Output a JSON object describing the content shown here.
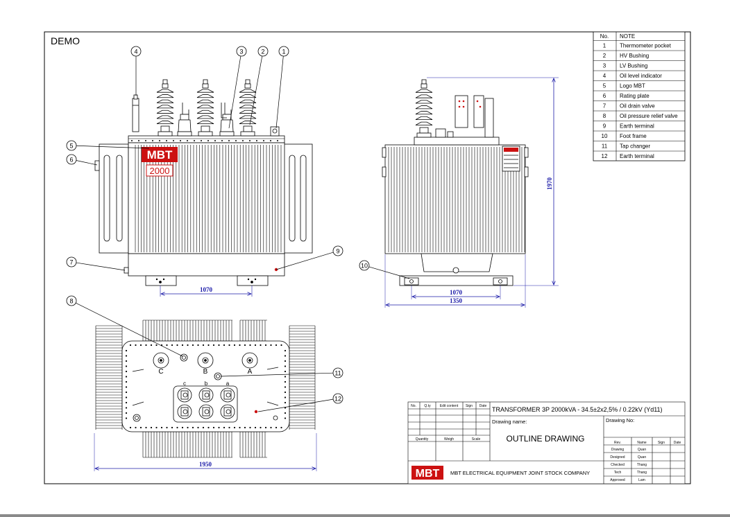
{
  "sheet": {
    "watermark": "DEMO"
  },
  "notes_table": {
    "header_no": "No.",
    "header_note": "NOTE",
    "rows": [
      {
        "no": "1",
        "note": "Thermometer pocket"
      },
      {
        "no": "2",
        "note": "HV Bushing"
      },
      {
        "no": "3",
        "note": "LV Bushing"
      },
      {
        "no": "4",
        "note": "Oil level indicator"
      },
      {
        "no": "5",
        "note": "Logo MBT"
      },
      {
        "no": "6",
        "note": "Rating plate"
      },
      {
        "no": "7",
        "note": "Oil drain valve"
      },
      {
        "no": "8",
        "note": "Oil pressure relief valve"
      },
      {
        "no": "9",
        "note": "Earth terminal"
      },
      {
        "no": "10",
        "note": "Foot frame"
      },
      {
        "no": "11",
        "note": "Tap changer"
      },
      {
        "no": "12",
        "note": "Earth terminal"
      }
    ]
  },
  "front_view": {
    "logo": "MBT",
    "rating": "2000",
    "dim_width": "1070",
    "callouts": [
      "1",
      "2",
      "3",
      "4",
      "5",
      "6",
      "7",
      "9"
    ]
  },
  "side_view": {
    "dim_height": "1970",
    "dim_foot": "1070",
    "dim_width": "1350",
    "callouts": [
      "10"
    ]
  },
  "top_view": {
    "dim_width": "1950",
    "hv_labels": [
      "C",
      "B",
      "A"
    ],
    "lv_labels": [
      "c",
      "b",
      "a"
    ],
    "callouts": [
      "8",
      "11",
      "12"
    ]
  },
  "title_block": {
    "rev_headers": [
      "No.",
      "Q.ty",
      "Edit content",
      "Sign",
      "Date"
    ],
    "qty_headers": [
      "Quantity",
      "Weigh",
      "Scale"
    ],
    "title": "TRANSFORMER 3P 2000kVA - 34.5±2x2,5% / 0.22kV  (Yd11)",
    "drawing_name_label": "Drawing name:",
    "drawing_name": "OUTLINE DRAWING",
    "drawing_no_label": "Drawing No:",
    "sign_headers": [
      "Rev.",
      "Name",
      "Sign",
      "Date"
    ],
    "sign_rows": [
      {
        "role": "Drawing",
        "name": "Quan"
      },
      {
        "role": "Designed",
        "name": "Quan"
      },
      {
        "role": "Checked",
        "name": "Thang"
      },
      {
        "role": "Tech",
        "name": "Thang"
      },
      {
        "role": "Approved",
        "name": "Lam"
      }
    ],
    "company_logo": "MBT",
    "company": "MBT ELECTRICAL EQUIPMENT JOINT STOCK COMPANY"
  },
  "colors": {
    "line": "#000000",
    "dimension": "#1a1aa8",
    "dim_text": "#1a1aa8",
    "logo_red": "#cc1111",
    "earth_red": "#cc1111",
    "frame_bg": "#ffffff",
    "outer_bg": "#8a8a8a"
  }
}
